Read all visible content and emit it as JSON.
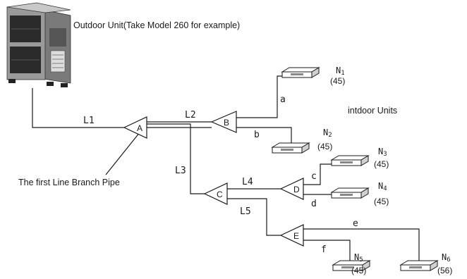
{
  "outdoor_unit": {
    "label": "Outdoor Unit(Take Model 260 for example)"
  },
  "indoor_units_label": "intdoor Units",
  "first_branch_label": "The first Line Branch Pipe",
  "branch_pipes": [
    {
      "id": "A",
      "label": "A"
    },
    {
      "id": "B",
      "label": "B"
    },
    {
      "id": "C",
      "label": "C"
    },
    {
      "id": "D",
      "label": "D"
    },
    {
      "id": "E",
      "label": "E"
    }
  ],
  "pipe_labels": [
    {
      "id": "L1",
      "label": "L1"
    },
    {
      "id": "L2",
      "label": "L2"
    },
    {
      "id": "L3",
      "label": "L3"
    },
    {
      "id": "L4",
      "label": "L4"
    },
    {
      "id": "L5",
      "label": "L5"
    },
    {
      "id": "a",
      "label": "a"
    },
    {
      "id": "b",
      "label": "b"
    },
    {
      "id": "c",
      "label": "c"
    },
    {
      "id": "d",
      "label": "d"
    },
    {
      "id": "e",
      "label": "e"
    },
    {
      "id": "f",
      "label": "f"
    }
  ],
  "indoor_units": [
    {
      "id": "N1",
      "name": "N",
      "sub": "1",
      "capacity": "(45)"
    },
    {
      "id": "N2",
      "name": "N",
      "sub": "2",
      "capacity": "(45)"
    },
    {
      "id": "N3",
      "name": "N",
      "sub": "3",
      "capacity": "(45)"
    },
    {
      "id": "N4",
      "name": "N",
      "sub": "4",
      "capacity": "(45)"
    },
    {
      "id": "N5",
      "name": "N",
      "sub": "5",
      "capacity": "(45)"
    },
    {
      "id": "N6",
      "name": "N",
      "sub": "6",
      "capacity": "(56)"
    }
  ]
}
